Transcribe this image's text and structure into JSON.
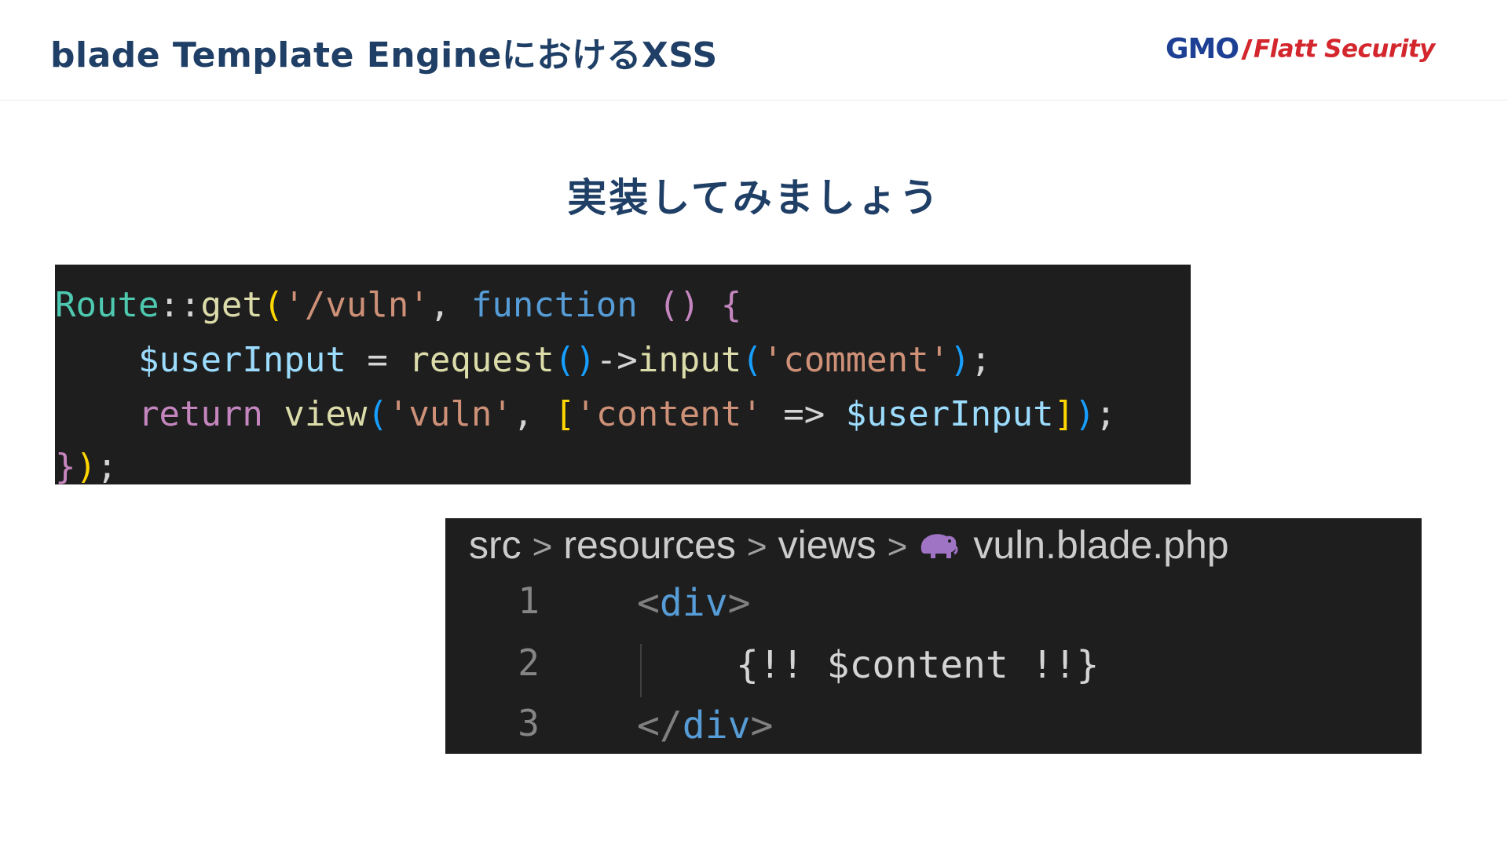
{
  "header": {
    "title": "blade Template EngineにおけるXSS",
    "logo_gmo": "GMO",
    "logo_flatt": "Flatt Security"
  },
  "slide": {
    "heading": "実装してみましょう"
  },
  "route_code": {
    "line1": {
      "route": "Route",
      "sep": "::",
      "get": "get",
      "open_paren": "(",
      "path": "'/vuln'",
      "comma": ", ",
      "function": "function",
      "space": " ",
      "params": "()",
      "brace": " {"
    },
    "line2": {
      "indent": "    ",
      "var": "$userInput",
      "assign": " = ",
      "request": "request",
      "parens": "()",
      "arrow": "->",
      "input": "input",
      "open": "(",
      "arg": "'comment'",
      "close": ")",
      "semi": ";"
    },
    "line3": {
      "indent": "    ",
      "return": "return",
      "space": " ",
      "view": "view",
      "open": "(",
      "arg1": "'vuln'",
      "comma": ", ",
      "open_bracket": "[",
      "key": "'content'",
      "arrow": " => ",
      "value": "$userInput",
      "close_bracket": "]",
      "close": ")",
      "semi": ";"
    },
    "line4": {
      "brace": "}",
      "paren": ")",
      "semi": ";"
    }
  },
  "editor": {
    "breadcrumb": {
      "items": [
        "src",
        "resources",
        "views",
        "vuln.blade.php"
      ],
      "separator": ">",
      "file_icon": "elephant-icon"
    },
    "lines": [
      {
        "number": "1",
        "open": "<",
        "tag": "div",
        "close": ">"
      },
      {
        "number": "2",
        "code": "{!! $content !!}"
      },
      {
        "number": "3",
        "open": "</",
        "tag": "div",
        "close": ">"
      }
    ]
  },
  "colors": {
    "heading": "#1f3f66",
    "logo_blue": "#1d3f94",
    "logo_red": "#d3262d",
    "code_bg": "#1e1e1e"
  }
}
